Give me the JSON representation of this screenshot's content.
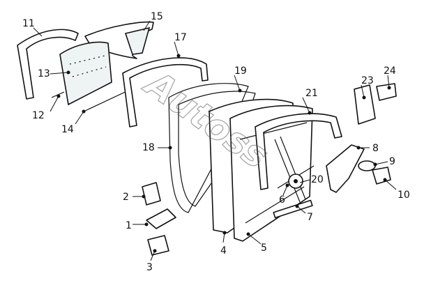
{
  "diagram": {
    "watermark": "Autoss",
    "callouts": {
      "c1": "1",
      "c2": "2",
      "c3": "3",
      "c4": "4",
      "c5": "5",
      "c6": "6",
      "c7": "7",
      "c8": "8",
      "c9": "9",
      "c10": "10",
      "c11": "11",
      "c12": "12",
      "c13": "13",
      "c14": "14",
      "c15": "15",
      "c17": "17",
      "c18": "18",
      "c19": "19",
      "c20": "20",
      "c21": "21",
      "c23": "23",
      "c24": "24"
    }
  }
}
